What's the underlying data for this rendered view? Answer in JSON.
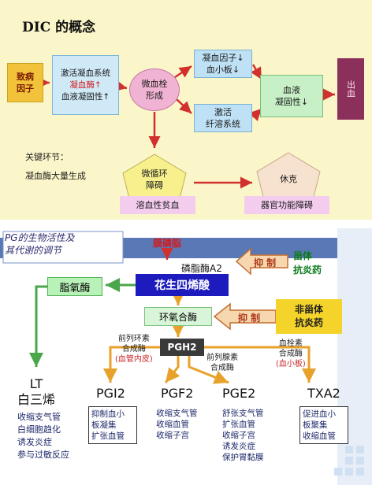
{
  "top": {
    "title": "DIC 的概念",
    "cause": [
      "致病",
      "因子"
    ],
    "activate": [
      "激活凝血系统",
      "凝血酶↑",
      "血液凝固性↑"
    ],
    "thrombus": [
      "微血栓",
      "形成"
    ],
    "factor": [
      "凝血因子↓",
      "血小板↓"
    ],
    "fibrin": [
      "激活",
      "纤溶系统"
    ],
    "coag": [
      "血液",
      "凝固性↓"
    ],
    "bleed": "出血",
    "key_note": [
      "关键环节：",
      "凝血酶大量生成"
    ],
    "micro": [
      "微循环",
      "障碍"
    ],
    "shock": "休克",
    "anemia": "溶血性贫血",
    "organ": "器官功能障碍"
  },
  "bottom": {
    "pg_title": [
      "PG的生物活性及",
      "其代谢的调节"
    ],
    "membrane": "膜磷脂",
    "pla2": "磷脂酶A2",
    "inhibit1": "抑 制",
    "steroid": [
      "甾体",
      "抗炎药"
    ],
    "lipox": "脂氧酶",
    "aa": "花生四烯酸",
    "cox": "环氧合酶",
    "inhibit2": "抑 制",
    "nsaid": [
      "非甾体",
      "抗炎药"
    ],
    "pgh2": "PGH2",
    "enz_pgi": [
      "前列环素",
      "合成酶",
      "(血管内皮)"
    ],
    "enz_pge": [
      "前列腺素",
      "合成酶"
    ],
    "enz_txa": [
      "血栓素",
      "合成酶",
      "(血小板)"
    ],
    "lt": [
      "LT",
      "白三烯"
    ],
    "lt_effects": [
      "收缩支气管",
      "白细胞趋化",
      "诱发炎症",
      "参与过敏反应"
    ],
    "pgi2": "PGI2",
    "pgi2_effects": [
      "抑制血小",
      "板凝集",
      "扩张血管"
    ],
    "pgf2": "PGF2",
    "pgf2_effects": [
      "收缩支气管",
      "收缩血管",
      "收缩子宫"
    ],
    "pge2": "PGE2",
    "pge2_effects": [
      "舒张支气管",
      "扩张血管",
      "收缩子宫",
      "诱发炎症",
      "保护胃黏膜"
    ],
    "txa2": "TXA2",
    "txa2_effects": [
      "促进血小",
      "板聚集",
      "收缩血管"
    ]
  },
  "colors": {
    "top_bg": "#fbf6c9",
    "arrow_red": "#d0312d",
    "arrow_orange": "#e8a22a",
    "arrow_green": "#4aa64a",
    "inhibit_arrow": "#f6d7b0"
  }
}
